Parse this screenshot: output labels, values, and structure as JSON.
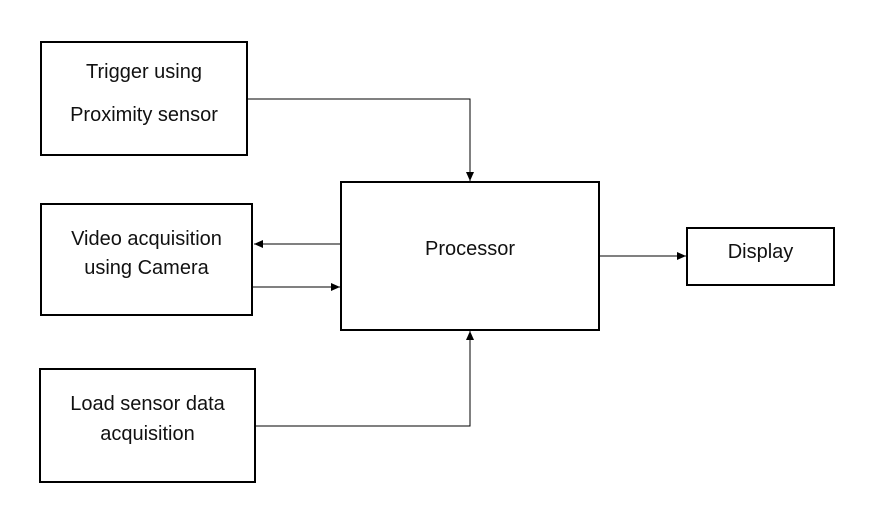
{
  "diagram": {
    "nodes": [
      {
        "id": "trigger",
        "lines": [
          "Trigger using",
          "Proximity sensor"
        ]
      },
      {
        "id": "video",
        "lines": [
          "Video acquisition",
          "using Camera"
        ]
      },
      {
        "id": "load",
        "lines": [
          "Load sensor data",
          "acquisition"
        ]
      },
      {
        "id": "processor",
        "lines": [
          "Processor"
        ]
      },
      {
        "id": "display",
        "lines": [
          "Display"
        ]
      }
    ],
    "edges": [
      {
        "from": "trigger",
        "to": "processor"
      },
      {
        "from": "processor",
        "to": "video"
      },
      {
        "from": "video",
        "to": "processor"
      },
      {
        "from": "load",
        "to": "processor"
      },
      {
        "from": "processor",
        "to": "display"
      }
    ]
  }
}
